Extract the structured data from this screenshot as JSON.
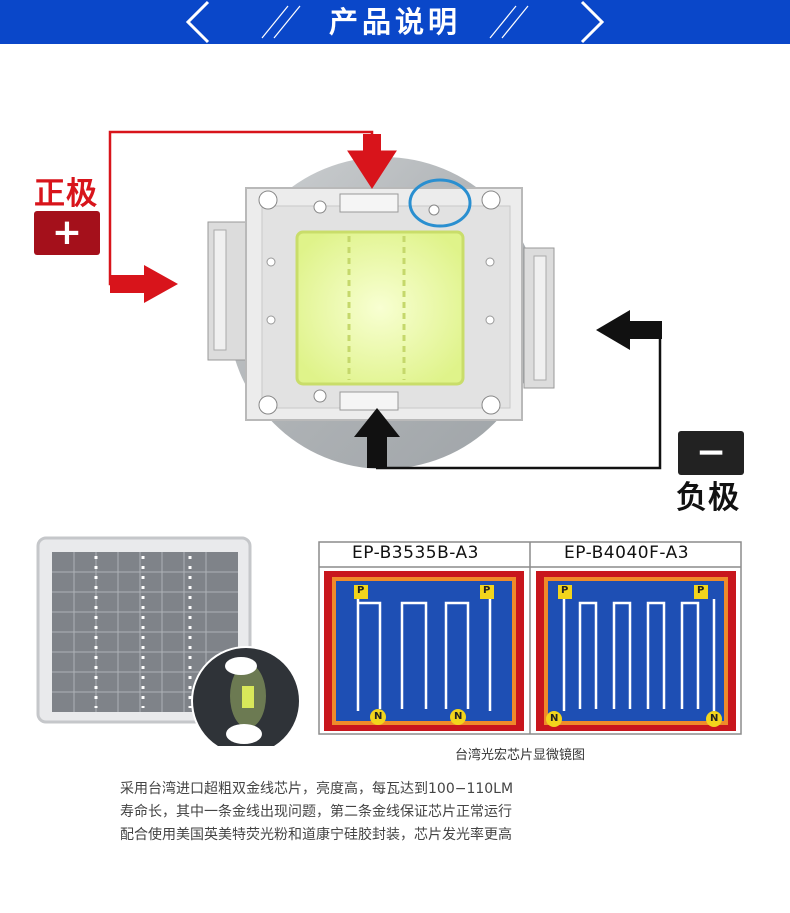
{
  "header": {
    "title": "产品说明"
  },
  "diagram": {
    "positive_label": "正极",
    "positive_symbol": "+",
    "negative_label": "负极",
    "negative_symbol": "−",
    "colors": {
      "positive": "#d8141b",
      "positive_box": "#a4101b",
      "negative": "#111111",
      "highlight_circle": "#2a8fd0"
    }
  },
  "chips": {
    "models": [
      "EP-B3535B-A3",
      "EP-B4040F-A3"
    ],
    "pad_labels": {
      "p": "P",
      "n": "N"
    },
    "caption": "台湾光宏芯片显微镜图"
  },
  "description": {
    "lines": [
      "采用台湾进口超粗双金线芯片，亮度高，每瓦达到100−110LM",
      "寿命长，其中一条金线出现问题，第二条金线保证芯片正常运行",
      "配合使用美国英美特荧光粉和道康宁硅胶封装，芯片发光率更高"
    ]
  },
  "colors": {
    "banner": "#0a47c9",
    "chip_frame": "#c8161d",
    "chip_fill": "#1e4fb4",
    "pad": "#f2d51c"
  }
}
